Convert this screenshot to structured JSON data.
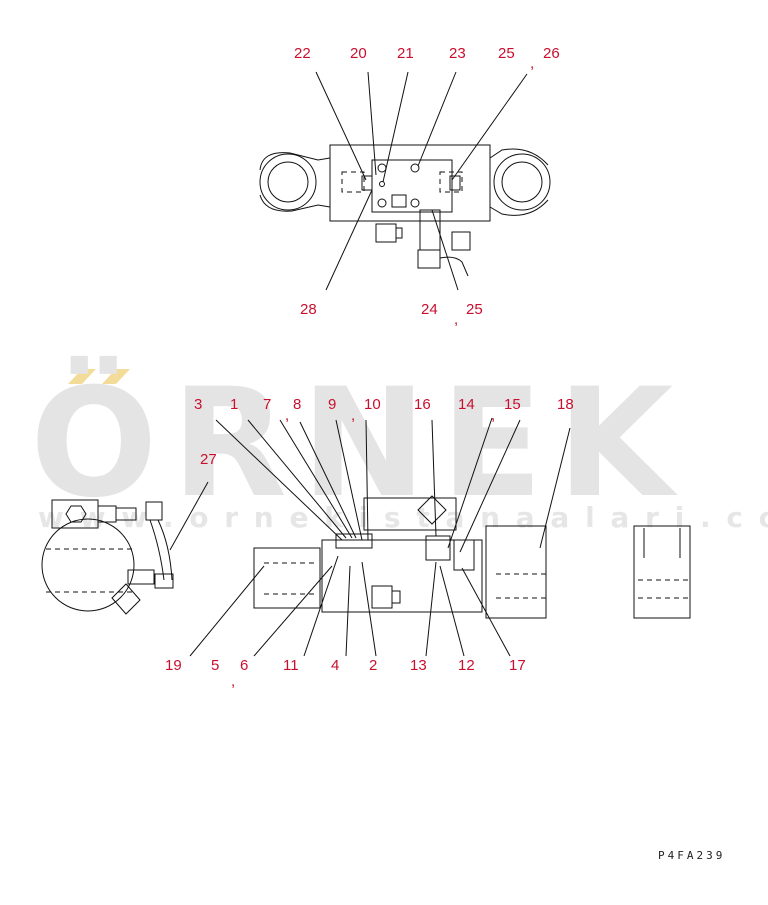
{
  "watermark": {
    "brand": "ÖRNEK",
    "url": "w w w . o r n e k i s t a n a a l a r i . c o m . t r"
  },
  "top_view": {
    "labels_top": [
      "22",
      "20",
      "21",
      "23",
      "25",
      "26"
    ],
    "labels_bottom": [
      "28",
      "24",
      "25"
    ]
  },
  "bottom_view": {
    "labels_top": [
      "3",
      "1",
      "7",
      "8",
      "9",
      "10",
      "16",
      "14",
      "15",
      "18",
      "27"
    ],
    "labels_bottom": [
      "19",
      "5",
      "6",
      "11",
      "4",
      "2",
      "13",
      "12",
      "17"
    ]
  },
  "separator": ",",
  "drawing_code": "P4FA239"
}
